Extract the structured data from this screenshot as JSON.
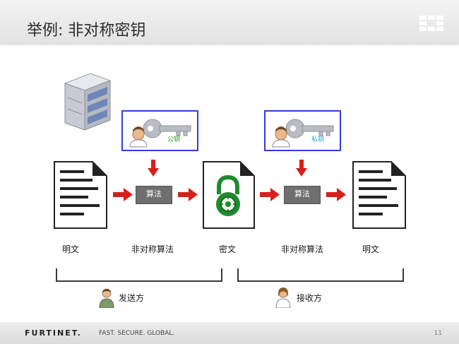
{
  "title": "举例: 非对称密钥",
  "diagram": {
    "public_key_label": "公钥",
    "private_key_label": "私钥",
    "algorithm_box_1": "算法",
    "algorithm_box_2": "算法",
    "labels": {
      "plaintext_left": "明文",
      "asym_algo_left": "非对称算法",
      "ciphertext": "密文",
      "asym_algo_right": "非对称算法",
      "plaintext_right": "明文"
    },
    "sender": "发送方",
    "receiver": "接收方"
  },
  "footer": {
    "brand": "FURTINET.",
    "slogan": "FAST. SECURE. GLOBAL.",
    "page_number": "11"
  },
  "colors": {
    "key_box_border": "#2f3fe0",
    "arrow_red": "#d8201a",
    "lock_green": "#1e8a2e",
    "public_key_text": "#2a9a2a",
    "private_key_text": "#2aa8d8"
  }
}
